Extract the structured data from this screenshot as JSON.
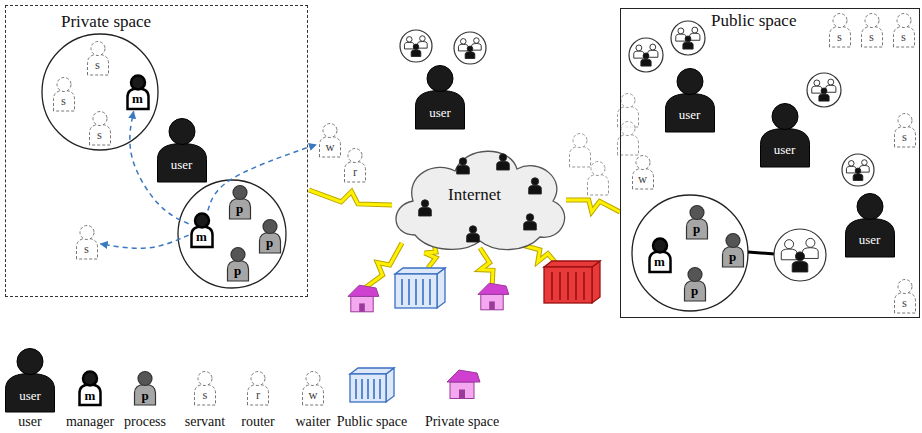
{
  "diagram": {
    "nodes": [
      {
        "text": [
          "Private space"
        ]
      },
      {
        "text": [
          "s"
        ],
        "in": 0
      },
      {
        "text": [
          "s"
        ],
        "in": 0
      },
      {
        "text": [
          "s"
        ],
        "in": 0
      },
      {
        "text": [
          "m"
        ],
        "in": 0
      },
      {
        "text": [
          "user"
        ],
        "in": 0
      },
      {
        "text": [
          "m"
        ],
        "in": 0
      },
      {
        "text": [
          "p"
        ],
        "in": 0
      },
      {
        "text": [
          "p"
        ],
        "in": 0
      },
      {
        "text": [
          "p"
        ],
        "in": 0
      },
      {
        "text": [
          "s"
        ],
        "in": 0
      },
      {
        "text": [
          "w"
        ]
      },
      {
        "text": [
          "r"
        ]
      },
      {
        "text": [
          "user"
        ]
      },
      {
        "text": [
          "Internet"
        ]
      },
      {
        "text": [
          "Public space"
        ]
      },
      {
        "text": [
          "user"
        ],
        "in": 15
      },
      {
        "text": [
          "user"
        ],
        "in": 15
      },
      {
        "text": [
          "user"
        ],
        "in": 15
      },
      {
        "text": [
          "m"
        ],
        "in": 15
      },
      {
        "text": [
          "p"
        ],
        "in": 15
      },
      {
        "text": [
          "p"
        ],
        "in": 15
      },
      {
        "text": [
          "p"
        ],
        "in": 15
      },
      {
        "text": [
          "s"
        ],
        "in": 15
      },
      {
        "text": [
          "s"
        ],
        "in": 15
      },
      {
        "text": [
          "s"
        ],
        "in": 15
      },
      {
        "text": [
          "s"
        ],
        "in": 15
      },
      {
        "text": [
          "s"
        ],
        "in": 15
      },
      {
        "text": [
          "w"
        ],
        "in": 15
      }
    ],
    "edges": [
      {
        "from": 6,
        "to": 4,
        "arrow": "to"
      },
      {
        "from": 6,
        "to": 11,
        "arrow": "to"
      },
      {
        "from": 6,
        "to": 10,
        "arrow": "to"
      }
    ],
    "labels": [
      "user",
      "m",
      "p",
      "s",
      "r",
      "w"
    ],
    "legend": [
      {
        "text": "user"
      },
      {
        "text": "manager"
      },
      {
        "text": "process"
      },
      {
        "text": "servant"
      },
      {
        "text": "router"
      },
      {
        "text": "waiter"
      },
      {
        "text": "Public space"
      },
      {
        "text": "Private space"
      }
    ]
  }
}
